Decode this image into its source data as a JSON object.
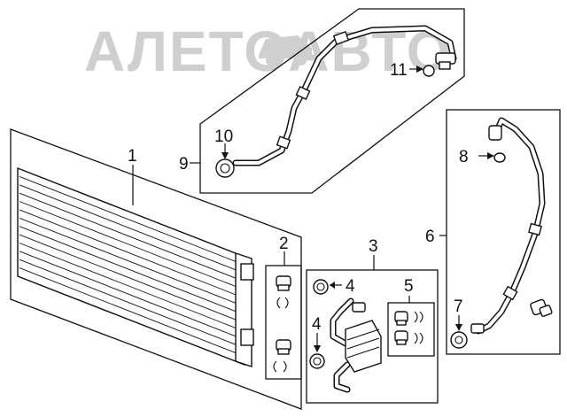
{
  "watermark": "АЛЕТОАВТО",
  "callouts": {
    "c1": "1",
    "c2": "2",
    "c3": "3",
    "c4a": "4",
    "c4b": "4",
    "c5": "5",
    "c6": "6",
    "c7": "7",
    "c8": "8",
    "c9": "9",
    "c10": "10",
    "c11": "11"
  },
  "icons": {
    "watermark_logo": "car-silhouette-icon"
  }
}
